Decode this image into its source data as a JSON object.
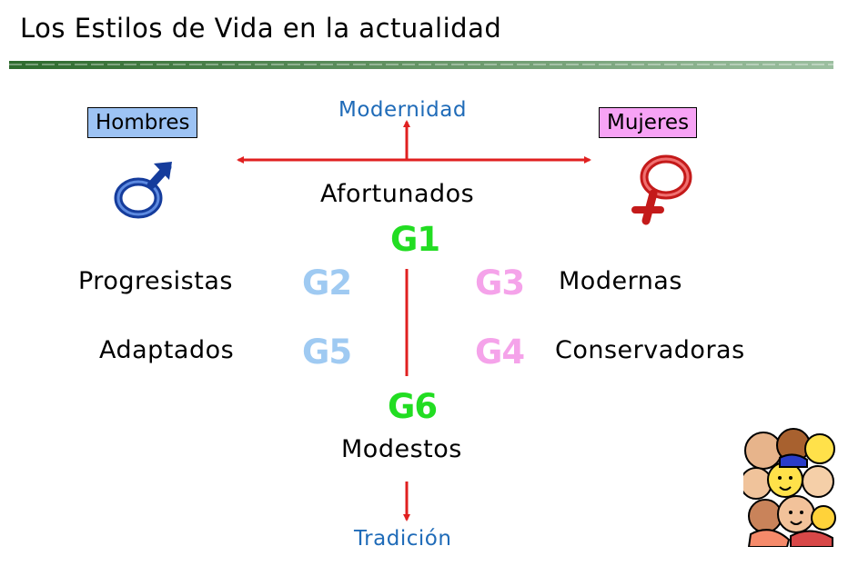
{
  "title": "Los Estilos de Vida en la actualidad",
  "legend": {
    "men": "Hombres",
    "women": "Mujeres"
  },
  "axis": {
    "top": "Modernidad",
    "bottom": "Tradición"
  },
  "groups": {
    "g1": {
      "code": "G1",
      "label": "Afortunados"
    },
    "g2": {
      "code": "G2",
      "label": "Progresistas"
    },
    "g3": {
      "code": "G3",
      "label": "Modernas"
    },
    "g4": {
      "code": "G4",
      "label": "Conservadoras"
    },
    "g5": {
      "code": "G5",
      "label": "Adaptados"
    },
    "g6": {
      "code": "G6",
      "label": "Modestos"
    }
  },
  "colors": {
    "axis": "#e02020",
    "axis_text": "#1f6bb8",
    "green": "#22dd22",
    "blue": "#9fcaf2",
    "pink": "#f5a3ea"
  },
  "icons": [
    "male-symbol-icon",
    "female-symbol-icon",
    "crowd-of-people-icon"
  ]
}
